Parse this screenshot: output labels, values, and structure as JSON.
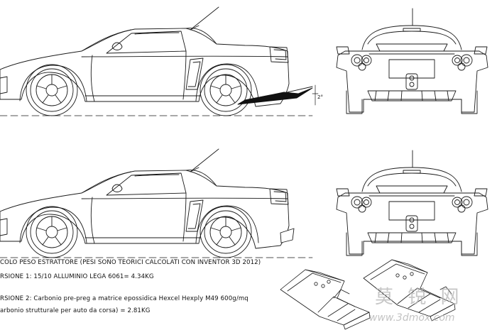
{
  "notes": {
    "line1": "COLO PESO ESTRATTORE (PESI SONO TEORICI CALCOLATI CON INVENTOR 3D 2012)",
    "line2": "RSIONE 1: 15/10 ALLUMINIO LEGA 6061= 4.34KG",
    "line3": "RSIONE 2: Carbonio pre-preg a matrice epossidica Hexcel Hexply M49 600g/mq",
    "line4": "arbonio strutturale per auto da corsa) = 2.81KG"
  },
  "dimension_label": "2°",
  "watermark": {
    "cn": "莫 锐 网",
    "url": "www.3dmox.com"
  },
  "colors": {
    "line": "#1a1a1a",
    "watermark": "#b5b5b5"
  }
}
